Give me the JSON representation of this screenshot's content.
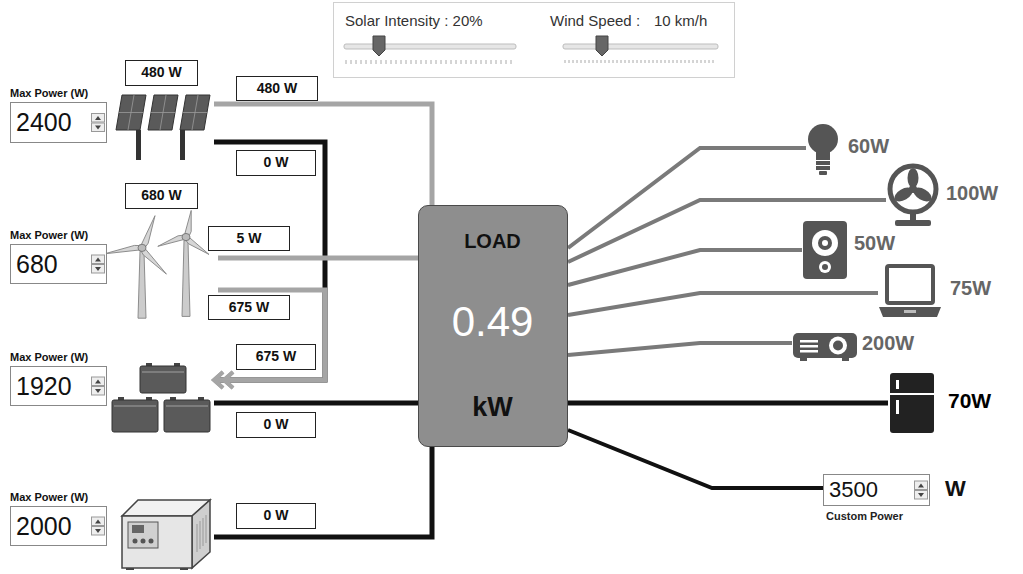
{
  "diagram": {
    "nodes": [
      {
        "text": [
          "Solar Intensity : 20%",
          "Wind Speed :",
          "10 km/h"
        ]
      },
      {
        "text": [
          "480 W",
          "Max Power (W)",
          "2400"
        ]
      },
      {
        "text": [
          "680 W",
          "Max Power (W)",
          "680"
        ]
      },
      {
        "text": [
          "Max Power (W)",
          "1920"
        ]
      },
      {
        "text": [
          "Max Power (W)",
          "2000"
        ]
      },
      {
        "text": [
          "LOAD",
          "0.49",
          "kW"
        ]
      },
      {
        "text": [
          "60W"
        ]
      },
      {
        "text": [
          "100W"
        ]
      },
      {
        "text": [
          "50W"
        ]
      },
      {
        "text": [
          "75W"
        ]
      },
      {
        "text": [
          "200W"
        ]
      },
      {
        "text": [
          "70W"
        ]
      },
      {
        "text": [
          "3500",
          "W",
          "Custom Power"
        ]
      }
    ],
    "edges": [
      {
        "from": 1,
        "to": 5,
        "label": "480 W",
        "arrow": "none"
      },
      {
        "from": 1,
        "to": 3,
        "label": "0 W",
        "arrow": "to"
      },
      {
        "from": 2,
        "to": 5,
        "label": "5 W",
        "arrow": "none"
      },
      {
        "from": 2,
        "to": 3,
        "label": "675 W",
        "arrow": "to"
      },
      {
        "from": 3,
        "to": 5,
        "label": "0 W",
        "arrow": "none"
      },
      {
        "from": 4,
        "to": 5,
        "label": "0 W",
        "arrow": "none"
      },
      {
        "from": 5,
        "to": 6,
        "arrow": "none"
      },
      {
        "from": 5,
        "to": 7,
        "arrow": "none"
      },
      {
        "from": 5,
        "to": 8,
        "arrow": "none"
      },
      {
        "from": 5,
        "to": 9,
        "arrow": "none"
      },
      {
        "from": 5,
        "to": 10,
        "arrow": "none"
      },
      {
        "from": 5,
        "to": 11,
        "arrow": "none"
      },
      {
        "from": 5,
        "to": 12,
        "arrow": "none"
      }
    ],
    "labels": [
      "675 W"
    ]
  }
}
